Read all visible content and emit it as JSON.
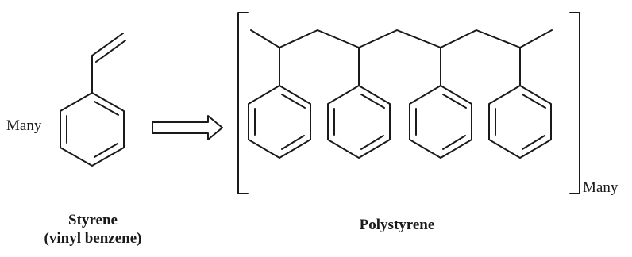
{
  "monomer": {
    "multiplier_label": "Many",
    "name": "Styrene",
    "alt_name": "(vinyl benzene)"
  },
  "reaction": {
    "arrow_icon": "hollow-right-arrow"
  },
  "polymer": {
    "name": "Polystyrene",
    "repeat_label": "Many",
    "repeat_units": 4
  },
  "colors": {
    "stroke": "#1a1a1a",
    "background": "#ffffff"
  }
}
